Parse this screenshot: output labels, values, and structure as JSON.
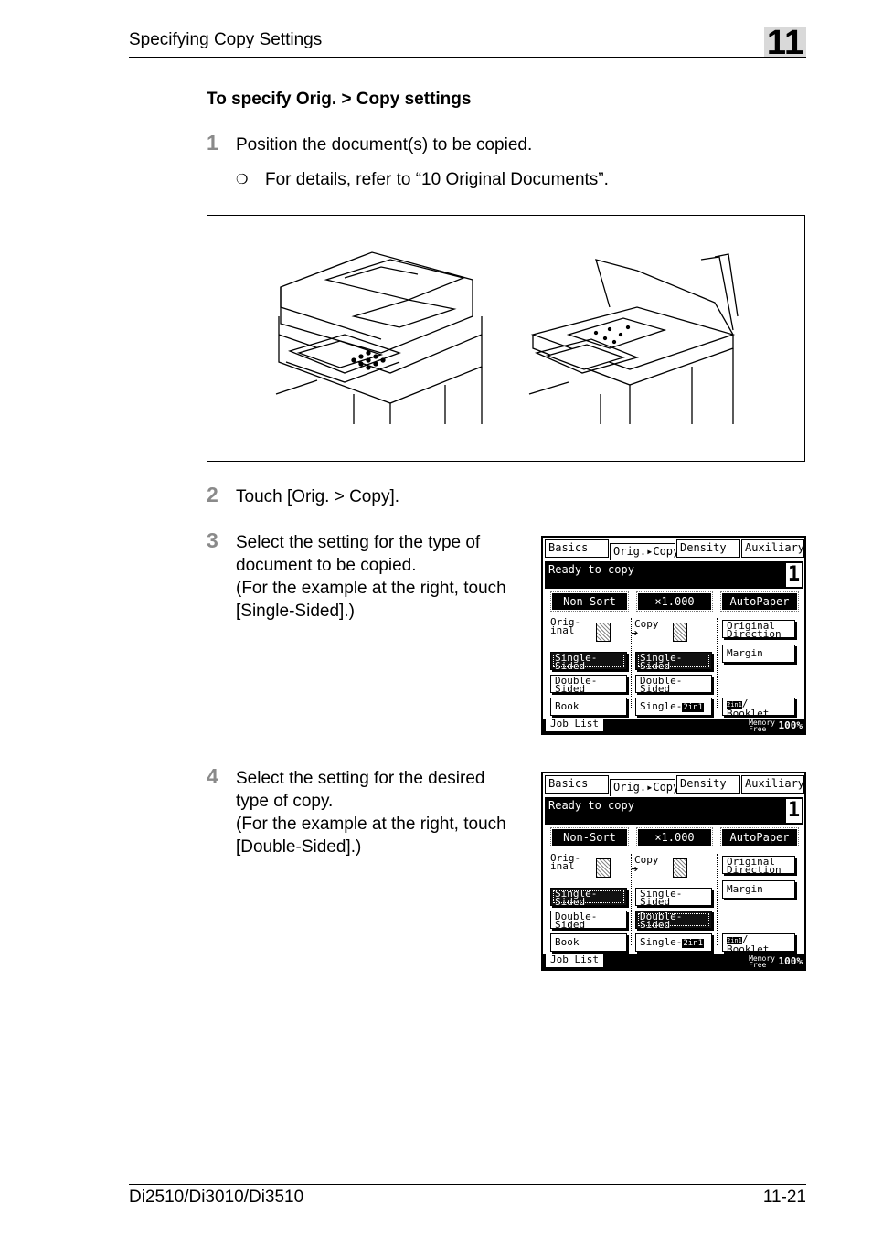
{
  "header": {
    "title": "Specifying Copy Settings",
    "chapter": "11"
  },
  "section_title": "To specify Orig. > Copy settings",
  "steps": [
    {
      "num": "1",
      "text": "Position the document(s) to be copied.",
      "bullet": "For details, refer to “10 Original Documents”.",
      "bullet_mark": "❍"
    },
    {
      "num": "2",
      "text": "Touch [Orig. > Copy]."
    },
    {
      "num": "3",
      "lines": [
        "Select the setting for the type of",
        "document to be copied.",
        "(For the example at the right, touch",
        "[Single-Sided].)"
      ]
    },
    {
      "num": "4",
      "lines": [
        "Select the setting for the desired",
        "type of copy.",
        "(For the example at the right, touch",
        "[Double-Sided].)"
      ]
    }
  ],
  "panel": {
    "tabs": [
      "Basics",
      "Orig.▸Copy",
      "Density",
      "Auxiliary"
    ],
    "status": "Ready to copy",
    "count": "1",
    "nonsort": "Non-Sort",
    "zoom": "×1.000",
    "autopaper": "AutoPaper",
    "orig_label": [
      "Orig-",
      "inal"
    ],
    "copy_label": "Copy",
    "original_direction": [
      "Original",
      "Direction"
    ],
    "margin": "Margin",
    "single_sided": [
      "Single-",
      "Sided"
    ],
    "double_sided": [
      "Double-",
      "Sided"
    ],
    "book": "Book",
    "single_2in1": "Single-",
    "in1_badge": "2in1",
    "booklet_badge": "2in1",
    "booklet": [
      "/",
      "Booklet"
    ],
    "job_list": "Job List",
    "memory": [
      "Memory",
      "Free"
    ],
    "memory_pct": "100%"
  },
  "footer": {
    "model": "Di2510/Di3010/Di3510",
    "page": "11-21"
  }
}
